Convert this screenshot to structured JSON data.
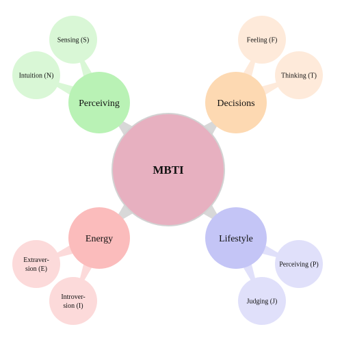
{
  "center": {
    "label": "MBTI",
    "color": "#e7b0c0"
  },
  "branches": [
    {
      "label": "Perceiving",
      "color": "#b9f2b5",
      "leaf_color": "#d9f7d6",
      "leaves": [
        [
          "Sensing (S)"
        ],
        [
          "Intuition (N)"
        ]
      ]
    },
    {
      "label": "Decisions",
      "color": "#fdd9b2",
      "leaf_color": "#feeada",
      "leaves": [
        [
          "Feeling (F)"
        ],
        [
          "Thinking (T)"
        ]
      ]
    },
    {
      "label": "Energy",
      "color": "#fbbcbc",
      "leaf_color": "#fcdada",
      "leaves": [
        [
          "Extraver-",
          "sion (E)"
        ],
        [
          "Introver-",
          "sion (I)"
        ]
      ]
    },
    {
      "label": "Lifestyle",
      "color": "#c4c5f6",
      "leaf_color": "#e0e0fa",
      "leaves": [
        [
          "Perceiving (P)"
        ],
        [
          "Judging (J)"
        ]
      ]
    }
  ],
  "connector_color": "#d8d8d8"
}
